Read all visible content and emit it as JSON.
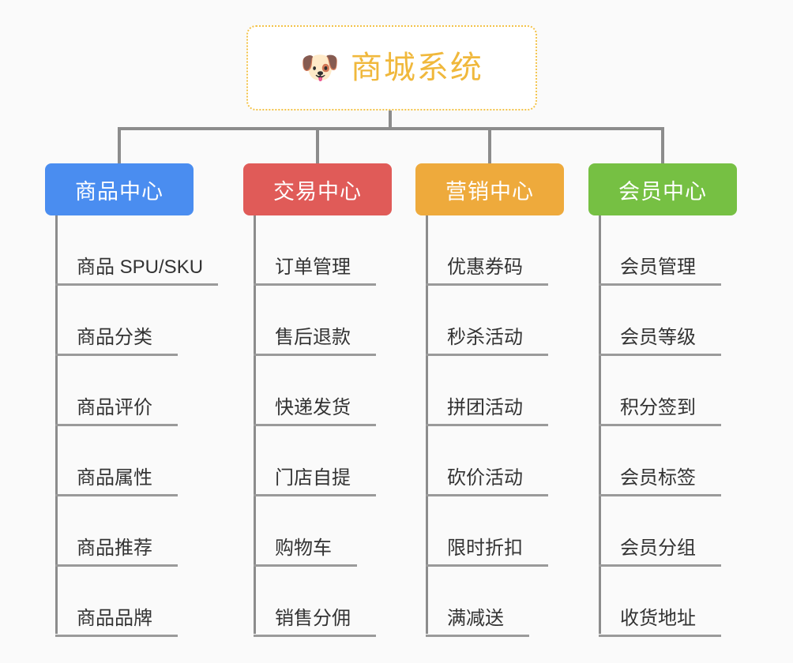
{
  "diagram": {
    "title": "商城系统",
    "root": {
      "icon": "dog-face-icon",
      "emoji": "🐶",
      "label": "商城系统",
      "text_color": "#f0b83c",
      "border_color": "#f3c34a",
      "background": "#ffffff"
    },
    "background_color": "#fafafa",
    "connector_color": "#8c8c8c",
    "branches": [
      {
        "label": "商品中心",
        "color": "#4a8df0",
        "leaves": [
          "商品 SPU/SKU",
          "商品分类",
          "商品评价",
          "商品属性",
          "商品推荐",
          "商品品牌"
        ]
      },
      {
        "label": "交易中心",
        "color": "#e05b58",
        "leaves": [
          "订单管理",
          "售后退款",
          "快递发货",
          "门店自提",
          "购物车",
          "销售分佣"
        ]
      },
      {
        "label": "营销中心",
        "color": "#eeaa3c",
        "leaves": [
          "优惠券码",
          "秒杀活动",
          "拼团活动",
          "砍价活动",
          "限时折扣",
          "满减送"
        ]
      },
      {
        "label": "会员中心",
        "color": "#76c043",
        "leaves": [
          "会员管理",
          "会员等级",
          "积分签到",
          "会员标签",
          "会员分组",
          "收货地址"
        ]
      }
    ]
  }
}
